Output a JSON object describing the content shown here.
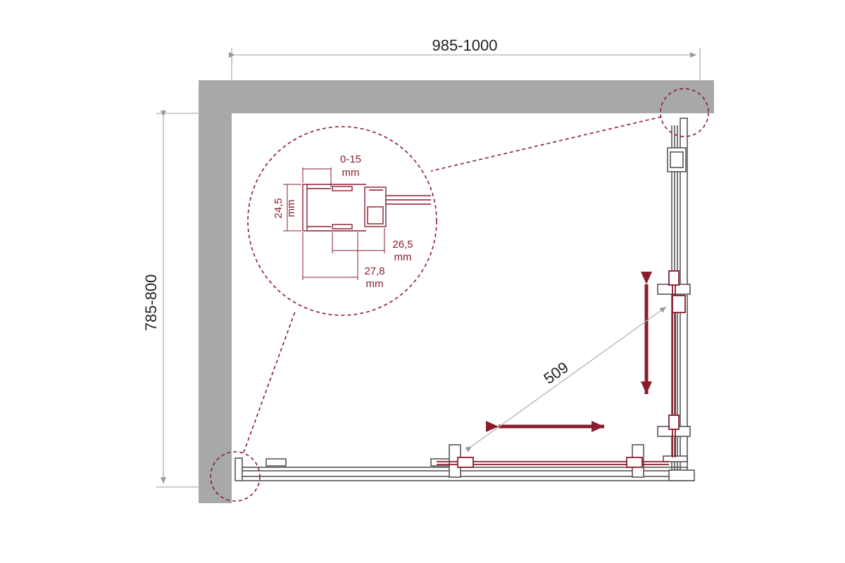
{
  "dimensions": {
    "width": "985-1000",
    "depth": "785-800",
    "door_diagonal": "509"
  },
  "detail": {
    "adjust": "0-15",
    "adjust_unit": "mm",
    "profile_height": "24,5",
    "profile_height_unit": "mm",
    "profile_width": "26,5",
    "profile_width_unit": "mm",
    "overall_width": "27,8",
    "overall_width_unit": "mm"
  },
  "colors": {
    "wall": "#a7a8aa",
    "line": "#7f7f7f",
    "profile": "#4a4a4a",
    "accent": "#8a1c2c",
    "dim_line": "#b0b0b0"
  }
}
